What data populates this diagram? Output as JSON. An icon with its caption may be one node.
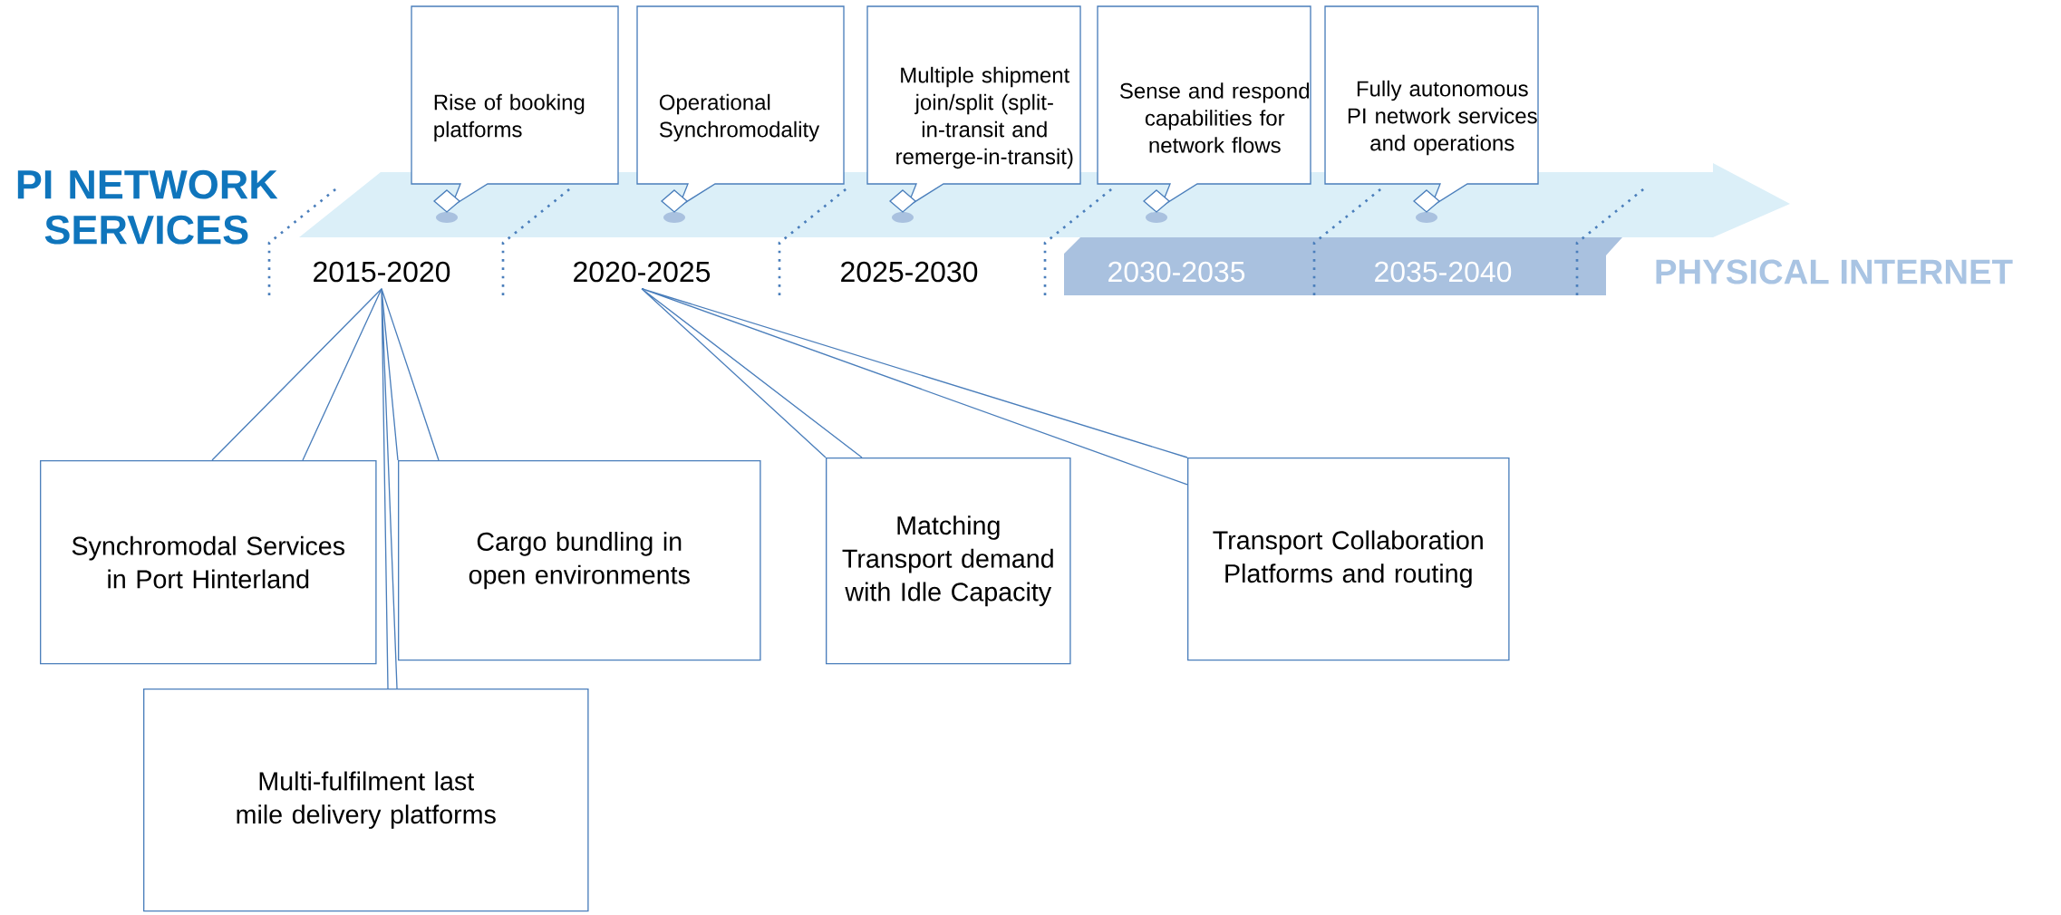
{
  "diagram": {
    "title": "PI NETWORK SERVICES",
    "nodes": [
      {
        "text": [
          "Rise of booking platforms"
        ]
      },
      {
        "text": [
          "Operational Synchromodality"
        ]
      },
      {
        "text": [
          "Multiple shipment join/split (split-in-transit and remerge-in-transit)"
        ]
      },
      {
        "text": [
          "Sense and respond capabilities for network flows"
        ]
      },
      {
        "text": [
          "Fully autonomous PI network services and operations"
        ]
      },
      {
        "text": [
          "2015-2020"
        ]
      },
      {
        "text": [
          "2020-2025"
        ]
      },
      {
        "text": [
          "Synchromodal Services in Port Hinterland"
        ]
      },
      {
        "text": [
          "Cargo bundling in open environments"
        ]
      },
      {
        "text": [
          "Matching Transport demand with Idle Capacity"
        ]
      },
      {
        "text": [
          "Transport Collaboration Platforms and routing"
        ]
      },
      {
        "text": [
          "Multi-fulfilment last mile delivery platforms"
        ]
      }
    ],
    "edges": [
      {
        "from": 7,
        "to": 5,
        "arrow": "none"
      },
      {
        "from": 8,
        "to": 5,
        "arrow": "none"
      },
      {
        "from": 9,
        "to": 6,
        "arrow": "none"
      },
      {
        "from": 10,
        "to": 6,
        "arrow": "none"
      },
      {
        "from": 11,
        "to": 5,
        "arrow": "none"
      }
    ],
    "labels": [
      "2025-2030",
      "2030-2035",
      "2035-2040",
      "PHYSICAL INTERNET"
    ]
  }
}
